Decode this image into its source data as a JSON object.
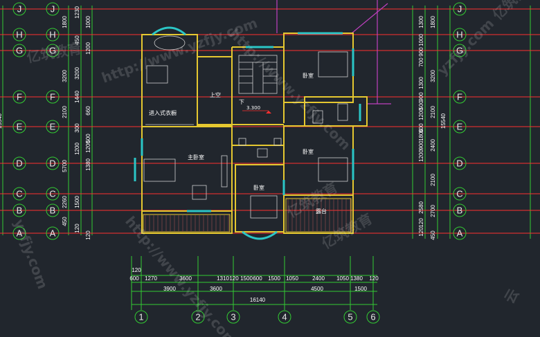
{
  "colors": {
    "background": "#21262d",
    "axis_line": "#ff3030",
    "dimension_line": "#33cc33",
    "wall": "#e6c830",
    "window": "#2bc6c6",
    "furniture": "#cfcfcf",
    "text": "#ffffff",
    "magenta": "#c040c0"
  },
  "left_axes": [
    "J",
    "H",
    "G",
    "F",
    "E",
    "D",
    "C",
    "B",
    "A"
  ],
  "right_axes": [
    "J",
    "H",
    "G",
    "F",
    "E",
    "D",
    "C",
    "B",
    "A"
  ],
  "bottom_axes": [
    "1",
    "2",
    "3",
    "4",
    "5",
    "6"
  ],
  "left_dims": {
    "outer": [
      "15540"
    ],
    "inner": [
      "1800",
      "3200",
      "2100",
      "5700",
      "2260",
      "450"
    ],
    "sub": [
      "1230",
      "1000",
      "450",
      "1200",
      "1440",
      "660",
      "3200",
      "1200",
      "300",
      "500",
      "1200",
      "1380",
      "1500",
      "120",
      "120"
    ]
  },
  "right_dims": {
    "outer": [
      "15540"
    ],
    "inner": [
      "1800",
      "3200",
      "2100",
      "2400",
      "2100",
      "2700",
      "450"
    ],
    "sub": [
      "1300",
      "1000",
      "900",
      "700",
      "1300",
      "900",
      "500",
      "1200",
      "600",
      "1800",
      "900",
      "1200",
      "2580",
      "120",
      "120"
    ]
  },
  "bottom_dims": {
    "row1": [
      "600",
      "1270",
      "3600",
      "1310",
      "120",
      "1500",
      "600",
      "1500",
      "1050",
      "2400",
      "1050",
      "1380",
      "120"
    ],
    "row1_top": "120",
    "row2": [
      "3900",
      "3600",
      "4500",
      "1500"
    ],
    "total": "16140"
  },
  "rooms": {
    "walk_in_closet": "进入式衣橱",
    "upper_void": "上空",
    "stair_down": "下",
    "elevation": "3.300",
    "master_bedroom": "主卧室",
    "bedroom_ne": "卧室",
    "bedroom_e": "卧室",
    "bedroom_s": "卧室",
    "balcony": "露台"
  },
  "watermarks": [
    "http://www.yzfjy.com",
    "亿筑教育",
    "yzfjy.com",
    "http://www.yzfjy.com",
    "亿筑教育",
    "http://www.yzfjy.com",
    "亿筑教育",
    "yzfjy.com",
    "亿筑教育",
    "云"
  ]
}
